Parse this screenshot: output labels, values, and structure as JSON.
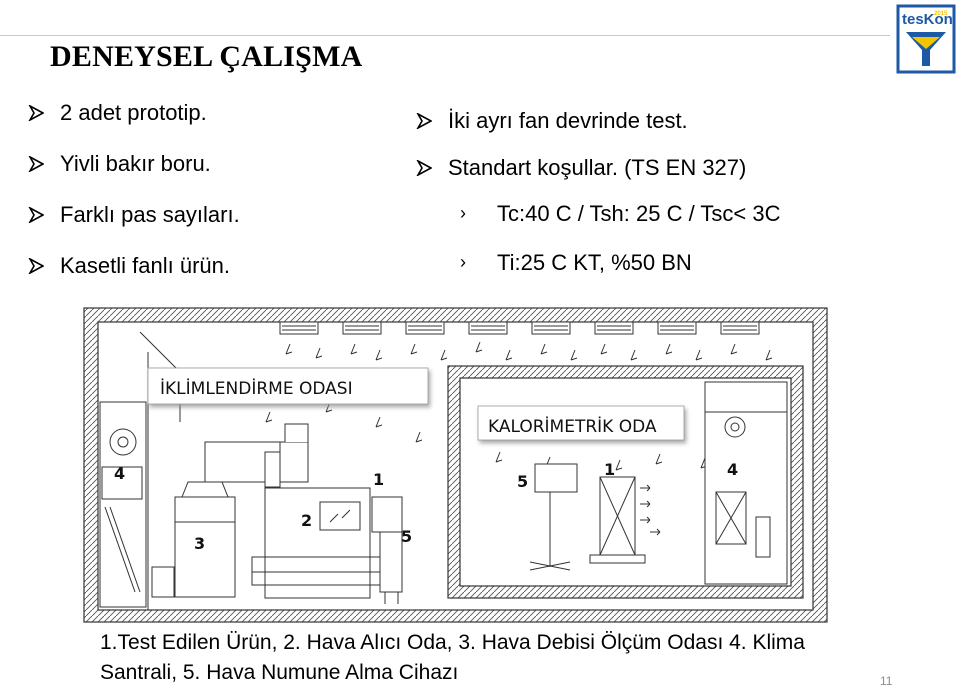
{
  "slide": {
    "title": "DENEYSEL ÇALIŞMA",
    "left_bullets": [
      "2 adet prototip.",
      "Yivli bakır boru.",
      "Farklı pas sayıları.",
      "Kasetli fanlı ürün."
    ],
    "right_bullets": [
      "İki ayrı fan devrinde test.",
      "Standart koşullar. (TS EN 327)"
    ],
    "sub_bullets": [
      "Tc:40 C / Tsh: 25 C / Tsc< 3C",
      "Ti:25 C KT, %50 BN"
    ],
    "sub_bullet_marker": "›",
    "logo_text": "tesKon",
    "logo_year": "2015",
    "caption_line1": "1.Test Edilen Ürün, 2. Hava Alıcı Oda, 3. Hava Debisi Ölçüm Odası 4. Klima",
    "caption_line2": "Santrali, 5. Hava Numune Alma Cihazı",
    "page_number": "11"
  },
  "diagram": {
    "room_label_1": "İKLİMLENDİRME ODASI",
    "room_label_2": "KALORİMETRİK ODA",
    "markers": [
      "4",
      "3",
      "2",
      "1",
      "5",
      "5",
      "1",
      "4"
    ]
  },
  "colors": {
    "line": "#333333",
    "logo_blue": "#1d5aa6",
    "logo_yellow": "#f2c500",
    "page_number": "#8c8c8c",
    "rule": "#c8c8c8"
  }
}
